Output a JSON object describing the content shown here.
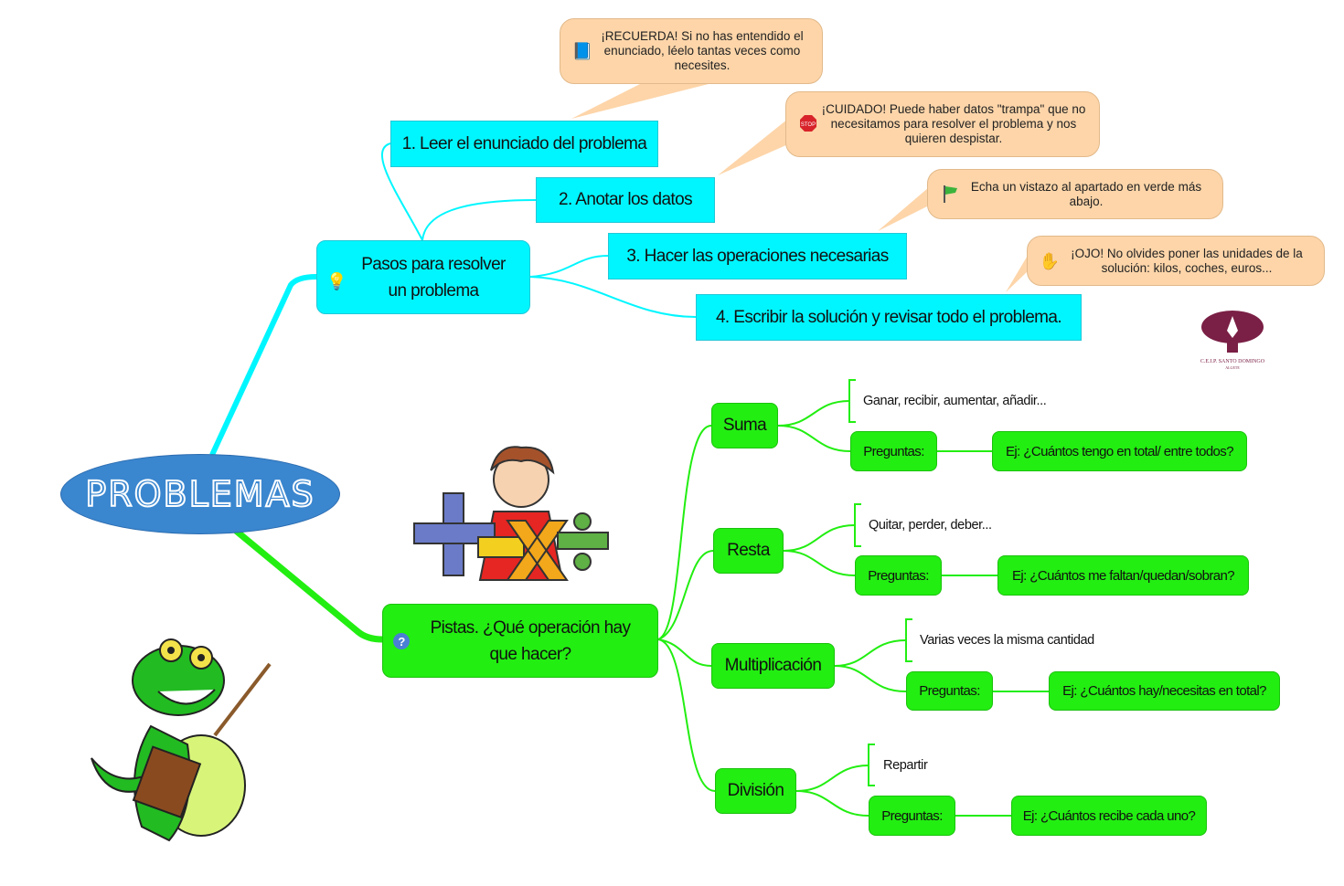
{
  "root": {
    "label": "PROBLEMAS",
    "color": "#3a86cf"
  },
  "steps": {
    "title": "Pasos para resolver un problema",
    "icon": "lightbulb-icon",
    "color": "#00f6ff",
    "items": [
      {
        "label": "1. Leer el enunciado del problema"
      },
      {
        "label": "2. Anotar los datos"
      },
      {
        "label": "3. Hacer las operaciones necesarias"
      },
      {
        "label": "4. Escribir la solución  y revisar todo el problema."
      }
    ],
    "callouts": [
      {
        "icon": "book-icon",
        "text": "¡RECUERDA! Si no has entendido el enunciado, léelo tantas veces como necesites."
      },
      {
        "icon": "stop-sign-icon",
        "text": "¡CUIDADO! Puede haber datos \"trampa\" que no necesitamos para resolver el problema y nos quieren despistar."
      },
      {
        "icon": "green-flag-icon",
        "text": "Echa un vistazo al apartado en verde más abajo."
      },
      {
        "icon": "hand-icon",
        "text": "¡OJO! No olvides poner las unidades de la solución: kilos, coches, euros..."
      }
    ]
  },
  "hints": {
    "title": "Pistas. ¿Qué operación hay que hacer?",
    "icon": "question-icon",
    "color": "#22ee11",
    "operations": [
      {
        "name": "Suma",
        "keywords": "Ganar, recibir, aumentar, añadir...",
        "questions_label": "Preguntas:",
        "example": "Ej: ¿Cuántos tengo en total/ entre todos?"
      },
      {
        "name": "Resta",
        "keywords": "Quitar, perder, deber...",
        "questions_label": "Preguntas:",
        "example": "Ej: ¿Cuántos me faltan/quedan/sobran?"
      },
      {
        "name": "Multiplicación",
        "keywords": "Varias veces la misma cantidad",
        "questions_label": "Preguntas:",
        "example": "Ej: ¿Cuántos hay/necesitas en total?"
      },
      {
        "name": "División",
        "keywords": "Repartir",
        "questions_label": "Preguntas:",
        "example": "Ej: ¿Cuántos recibe cada uno?"
      }
    ]
  },
  "logo": {
    "text": "C.E.I.P. SANTO DOMINGO",
    "subtext": "ALGETE",
    "color": "#7a1f45"
  }
}
